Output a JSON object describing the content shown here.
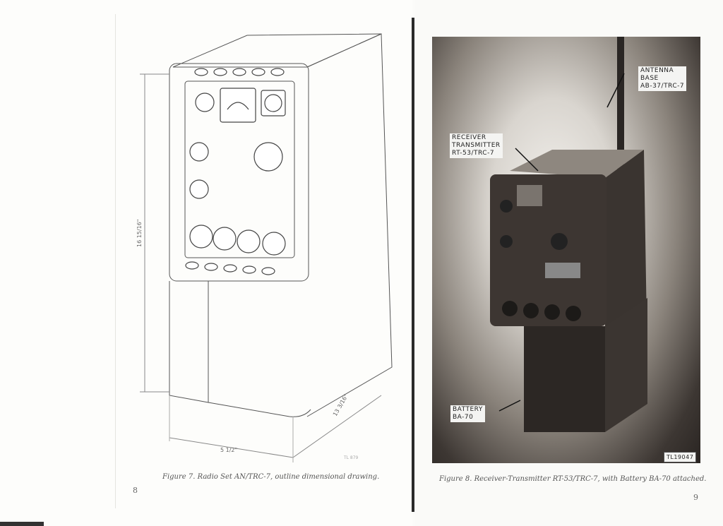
{
  "left_page": {
    "figure_caption": "Figure 7. Radio Set AN/TRC-7, outline dimensional drawing.",
    "page_number": "8",
    "dimensions": {
      "height": "16 15/16\"",
      "depth": "13 3/16\"",
      "width": "5 1/2\""
    },
    "drawing_ref": "TL 879"
  },
  "right_page": {
    "figure_caption": "Figure 8. Receiver-Transmitter RT-53/TRC-7, with Battery BA-70 attached.",
    "page_number": "9",
    "callouts": {
      "antenna": "ANTENNA\nBASE\nAB-37/TRC-7",
      "receiver": "RECEIVER\nTRANSMITTER\nRT-53/TRC-7",
      "battery": "BATTERY\nBA-70"
    },
    "photo_ref": "TL19047"
  }
}
